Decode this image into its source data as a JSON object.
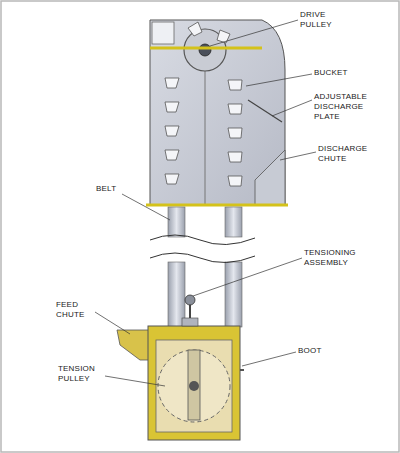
{
  "diagram": {
    "labels": [
      "DRIVE PULLEY",
      "BUCKET",
      "ADJUSTABLE DISCHARGE PLATE",
      "DISCHARGE CHUTE",
      "BELT",
      "TENSIONING ASSEMBLY",
      "FEED CHUTE",
      "BOOT",
      "TENSION PULLEY"
    ]
  }
}
